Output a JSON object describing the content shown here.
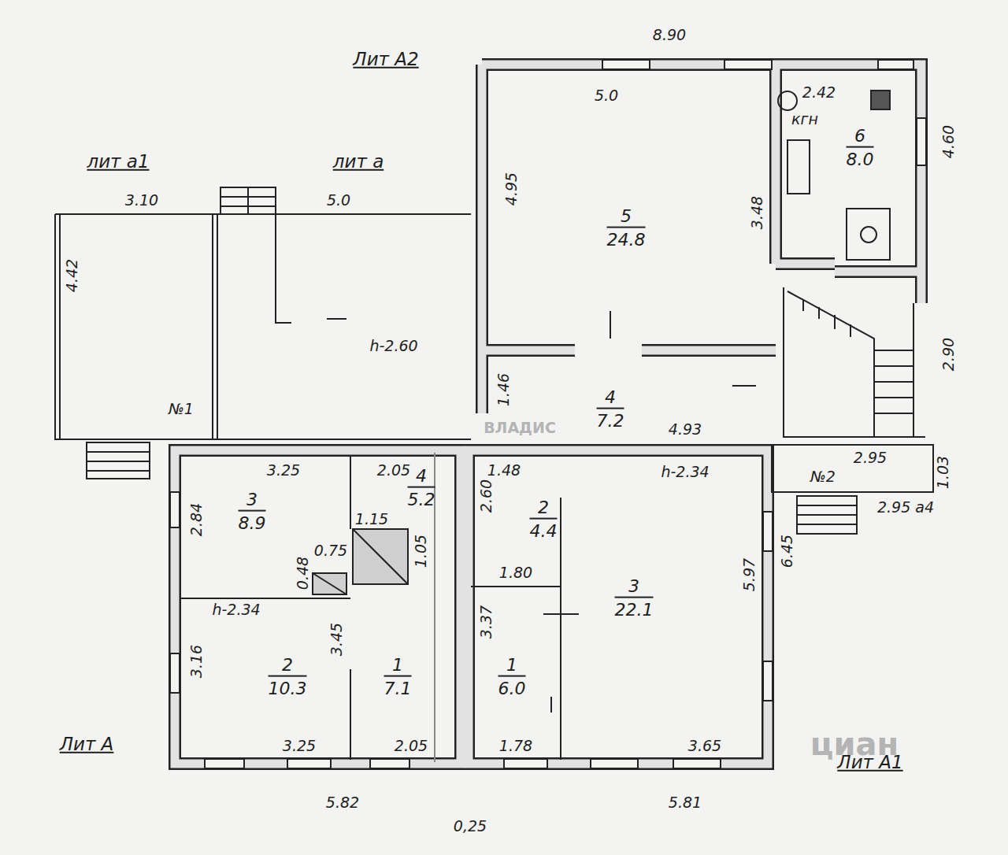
{
  "diagram": {
    "nodes": [
      {
        "text": [
          "5",
          "24.8"
        ]
      },
      {
        "text": [
          "6",
          "8.0"
        ]
      },
      {
        "text": [
          "4",
          "7.2"
        ]
      },
      {
        "text": [
          "3",
          "8.9"
        ]
      },
      {
        "text": [
          "4",
          "5.2"
        ]
      },
      {
        "text": [
          "2",
          "10.3"
        ]
      },
      {
        "text": [
          "1",
          "7.1"
        ]
      },
      {
        "text": [
          "2",
          "4.4"
        ]
      },
      {
        "text": [
          "1",
          "6.0"
        ]
      },
      {
        "text": [
          "3",
          "22.1"
        ]
      }
    ],
    "labels": [
      "Лит А2",
      "лит а1",
      "лит а",
      "Лит А",
      "Лит А1",
      "8.90",
      "5.0",
      "4.95",
      "2.42",
      "кгн",
      "4.60",
      "3.48",
      "3.10",
      "5.0",
      "4.42",
      "h-2.60",
      "№1",
      "1.46",
      "4.93",
      "2.90",
      "2.95",
      "1.03",
      "№2",
      "2.95 а4",
      "3.25",
      "2.05",
      "1.48",
      "h-2.34",
      "2.84",
      "2.60",
      "1.15",
      "0.75",
      "0.48",
      "1.05",
      "1.80",
      "h-2.34",
      "3.16",
      "3.45",
      "3.37",
      "5.97",
      "6.45",
      "3.25",
      "2.05",
      "1.78",
      "3.65",
      "5.82",
      "5.81",
      "0,25",
      "ВЛАДИС",
      "циан"
    ]
  }
}
